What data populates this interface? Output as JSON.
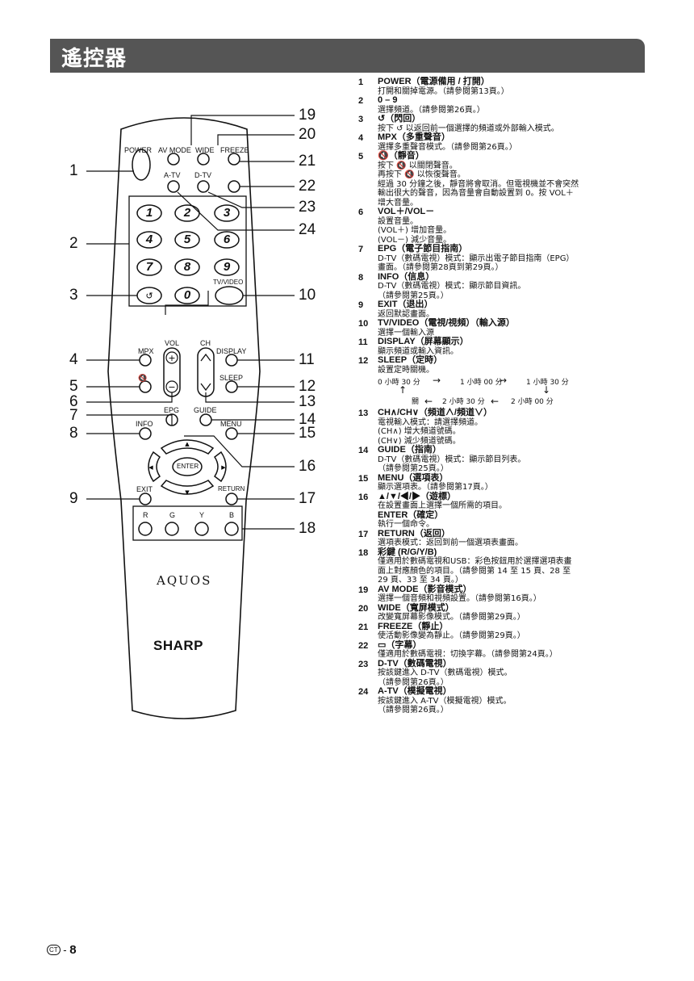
{
  "page": {
    "title": "遙控器",
    "footer_region": "CT",
    "footer_sep": " - ",
    "footer_page": "8"
  },
  "remote": {
    "labels": {
      "power": "POWER",
      "av_mode": "AV MODE",
      "wide": "WIDE",
      "freeze": "FREEZE",
      "atv": "A-TV",
      "dtv": "D-TV",
      "tv_video": "TV/VIDEO",
      "mpx": "MPX",
      "vol": "VOL",
      "ch": "CH",
      "display": "DISPLAY",
      "sleep": "SLEEP",
      "epg": "EPG",
      "guide": "GUIDE",
      "info": "INFO",
      "menu": "MENU",
      "exit": "EXIT",
      "return": "RETURN",
      "enter": "ENTER",
      "r": "R",
      "g": "G",
      "y": "Y",
      "b": "B",
      "vol_plus": "+",
      "vol_minus": "−"
    },
    "digits": [
      "1",
      "2",
      "3",
      "4",
      "5",
      "6",
      "7",
      "8",
      "9",
      "0"
    ],
    "brand_aquos": "AQUOS",
    "brand_sharp": "SHARP",
    "callouts_left": [
      "1",
      "2",
      "3",
      "4",
      "5",
      "6",
      "7",
      "8",
      "9"
    ],
    "callouts_right": [
      "19",
      "20",
      "21",
      "22",
      "23",
      "24",
      "10",
      "11",
      "12",
      "13",
      "14",
      "15",
      "16",
      "17",
      "18"
    ]
  },
  "descriptions": [
    {
      "num": "1",
      "head": "POWER（電源備用 / 打開）",
      "lines": [
        "打開和關掉電源。（請參閱第13頁。）"
      ]
    },
    {
      "num": "2",
      "head": "0 – 9",
      "lines": [
        "選擇頻道。（請參閱第26頁。）"
      ]
    },
    {
      "num": "3",
      "head": "↺（閃回）",
      "lines": [
        "按下 ↺ 以返回前一個選擇的頻道或外部輸入模式。"
      ]
    },
    {
      "num": "4",
      "head": "MPX（多重聲音）",
      "lines": [
        "選擇多重聲音模式。（請參閱第26頁。）"
      ]
    },
    {
      "num": "5",
      "head": "🔇（靜音）",
      "lines": [
        "按下 🔇 以關閉聲音。",
        "再按下 🔇 以恢復聲音。",
        "經過 30 分鐘之後，靜音將會取消。但電視機並不會突然",
        "輸出很大的聲音，因為音量會自動設置到  0。按 VOL＋",
        "增大音量。"
      ]
    },
    {
      "num": "6",
      "head": "VOL＋/VOL－",
      "lines": [
        "設置音量。",
        "(VOL＋) 增加音量。",
        "(VOL－) 減少音量。"
      ]
    },
    {
      "num": "7",
      "head": "EPG（電子節目指南）",
      "lines": [
        "D-TV（數碼電視）模式：顯示出電子節目指南（EPG）",
        "畫面。（請參閱第28頁到第29頁。）"
      ]
    },
    {
      "num": "8",
      "head": "INFO（信息）",
      "lines": [
        "D-TV（數碼電視）模式：顯示節目資訊。",
        "（請參閱第25頁。）"
      ]
    },
    {
      "num": "9",
      "head": "EXIT（退出）",
      "lines": [
        "返回默認畫面。"
      ]
    },
    {
      "num": "10",
      "head": "TV/VIDEO（電視/視頻）（輸入源）",
      "lines": [
        "選擇一個輸入源"
      ]
    },
    {
      "num": "11",
      "head": "DISPLAY（屏幕顯示）",
      "lines": [
        "顯示頻道或輸入資訊。"
      ]
    },
    {
      "num": "12",
      "head": "SLEEP（定時）",
      "lines": [
        "設置定時關機。"
      ],
      "sleep": [
        "0 小時 30 分",
        "1 小時 00 分",
        "1 小時 30 分",
        "關",
        "2 小時 30 分",
        "2 小時 00 分"
      ]
    },
    {
      "num": "13",
      "head": "CH∧/CH∨（頻道∧/頻道∨）",
      "lines": [
        "電視輸入模式：請選擇頻道。",
        "(CH∧) 增大頻道號碼。",
        "(CH∨) 減少頻道號碼。"
      ]
    },
    {
      "num": "14",
      "head": "GUIDE（指南）",
      "lines": [
        "D-TV（數碼電視）模式：顯示節目列表。",
        "（請參閱第25頁。）"
      ]
    },
    {
      "num": "15",
      "head": "MENU（選項表）",
      "lines": [
        "顯示選項表。（請參閱第17頁。）"
      ]
    },
    {
      "num": "16",
      "head": "▲/▼/◀/▶（遊標）",
      "lines": [
        "在設置畫面上選擇一個所需的項目。"
      ],
      "extra_head": "ENTER（確定）",
      "extra_lines": [
        "執行一個命令。"
      ]
    },
    {
      "num": "17",
      "head": "RETURN（返回）",
      "lines": [
        "選項表模式：返回到前一個選項表畫面。"
      ]
    },
    {
      "num": "18",
      "head": "彩鍵 (R/G/Y/B)",
      "lines": [
        "僅適用於數碼電視和USB：彩色按鈕用於選擇選項表畫",
        "面上對應顏色的項目。（請參閱第 14 至 15 頁、28 至",
        "29 頁、33 至 34 頁。）"
      ]
    },
    {
      "num": "19",
      "head": "AV MODE（影音模式）",
      "lines": [
        "選擇一個音頻和視頻設置。（請參閱第16頁。）"
      ]
    },
    {
      "num": "20",
      "head": "WIDE（寬屏模式）",
      "lines": [
        "改變寬屏幕影像模式。（請參閱第29頁。）"
      ]
    },
    {
      "num": "21",
      "head": "FREEZE（靜止）",
      "lines": [
        "使活動影像變為靜止。（請參閱第29頁。）"
      ]
    },
    {
      "num": "22",
      "head": "▭（字幕）",
      "lines": [
        "僅適用於數碼電視：切換字幕。（請參閱第24頁。）"
      ]
    },
    {
      "num": "23",
      "head": "D-TV（數碼電視）",
      "lines": [
        "按該鍵進入 D-TV（數碼電視）模式。",
        "（請參閱第26頁。）"
      ]
    },
    {
      "num": "24",
      "head": "A-TV（模擬電視）",
      "lines": [
        "按該鍵進入 A-TV（模擬電視）模式。",
        "（請參閱第26頁。）"
      ]
    }
  ]
}
